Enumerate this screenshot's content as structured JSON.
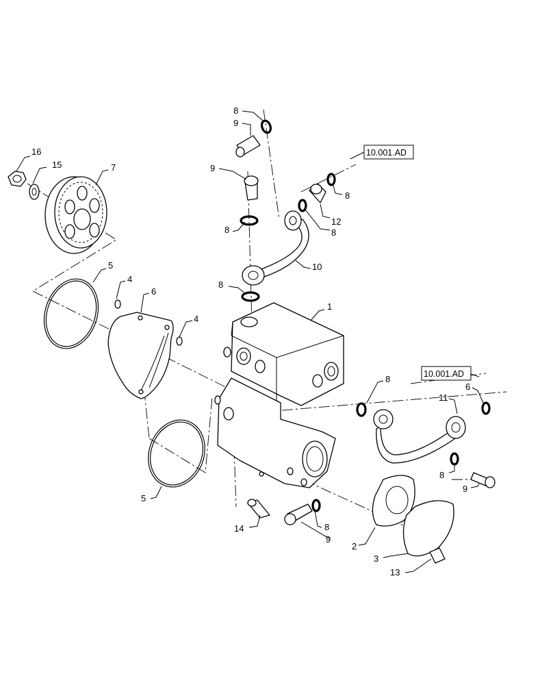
{
  "callouts": {
    "c1": "1",
    "c2": "2",
    "c3": "3",
    "c4a": "4",
    "c4b": "4",
    "c5a": "5",
    "c5b": "5",
    "c6a": "6",
    "c6b": "6",
    "c7": "7",
    "c8a": "8",
    "c8b": "8",
    "c8c": "8",
    "c8d": "8",
    "c8e": "8",
    "c8f": "8",
    "c8g": "8",
    "c8h": "8",
    "c9a": "9",
    "c9b": "9",
    "c9c": "9",
    "c9d": "9",
    "c10": "10",
    "c11": "11",
    "c12": "12",
    "c13": "13",
    "c14": "14",
    "c15": "15",
    "c16": "16"
  },
  "references": {
    "ref_top": "10.001.AD",
    "ref_right": "10.001.AD"
  }
}
